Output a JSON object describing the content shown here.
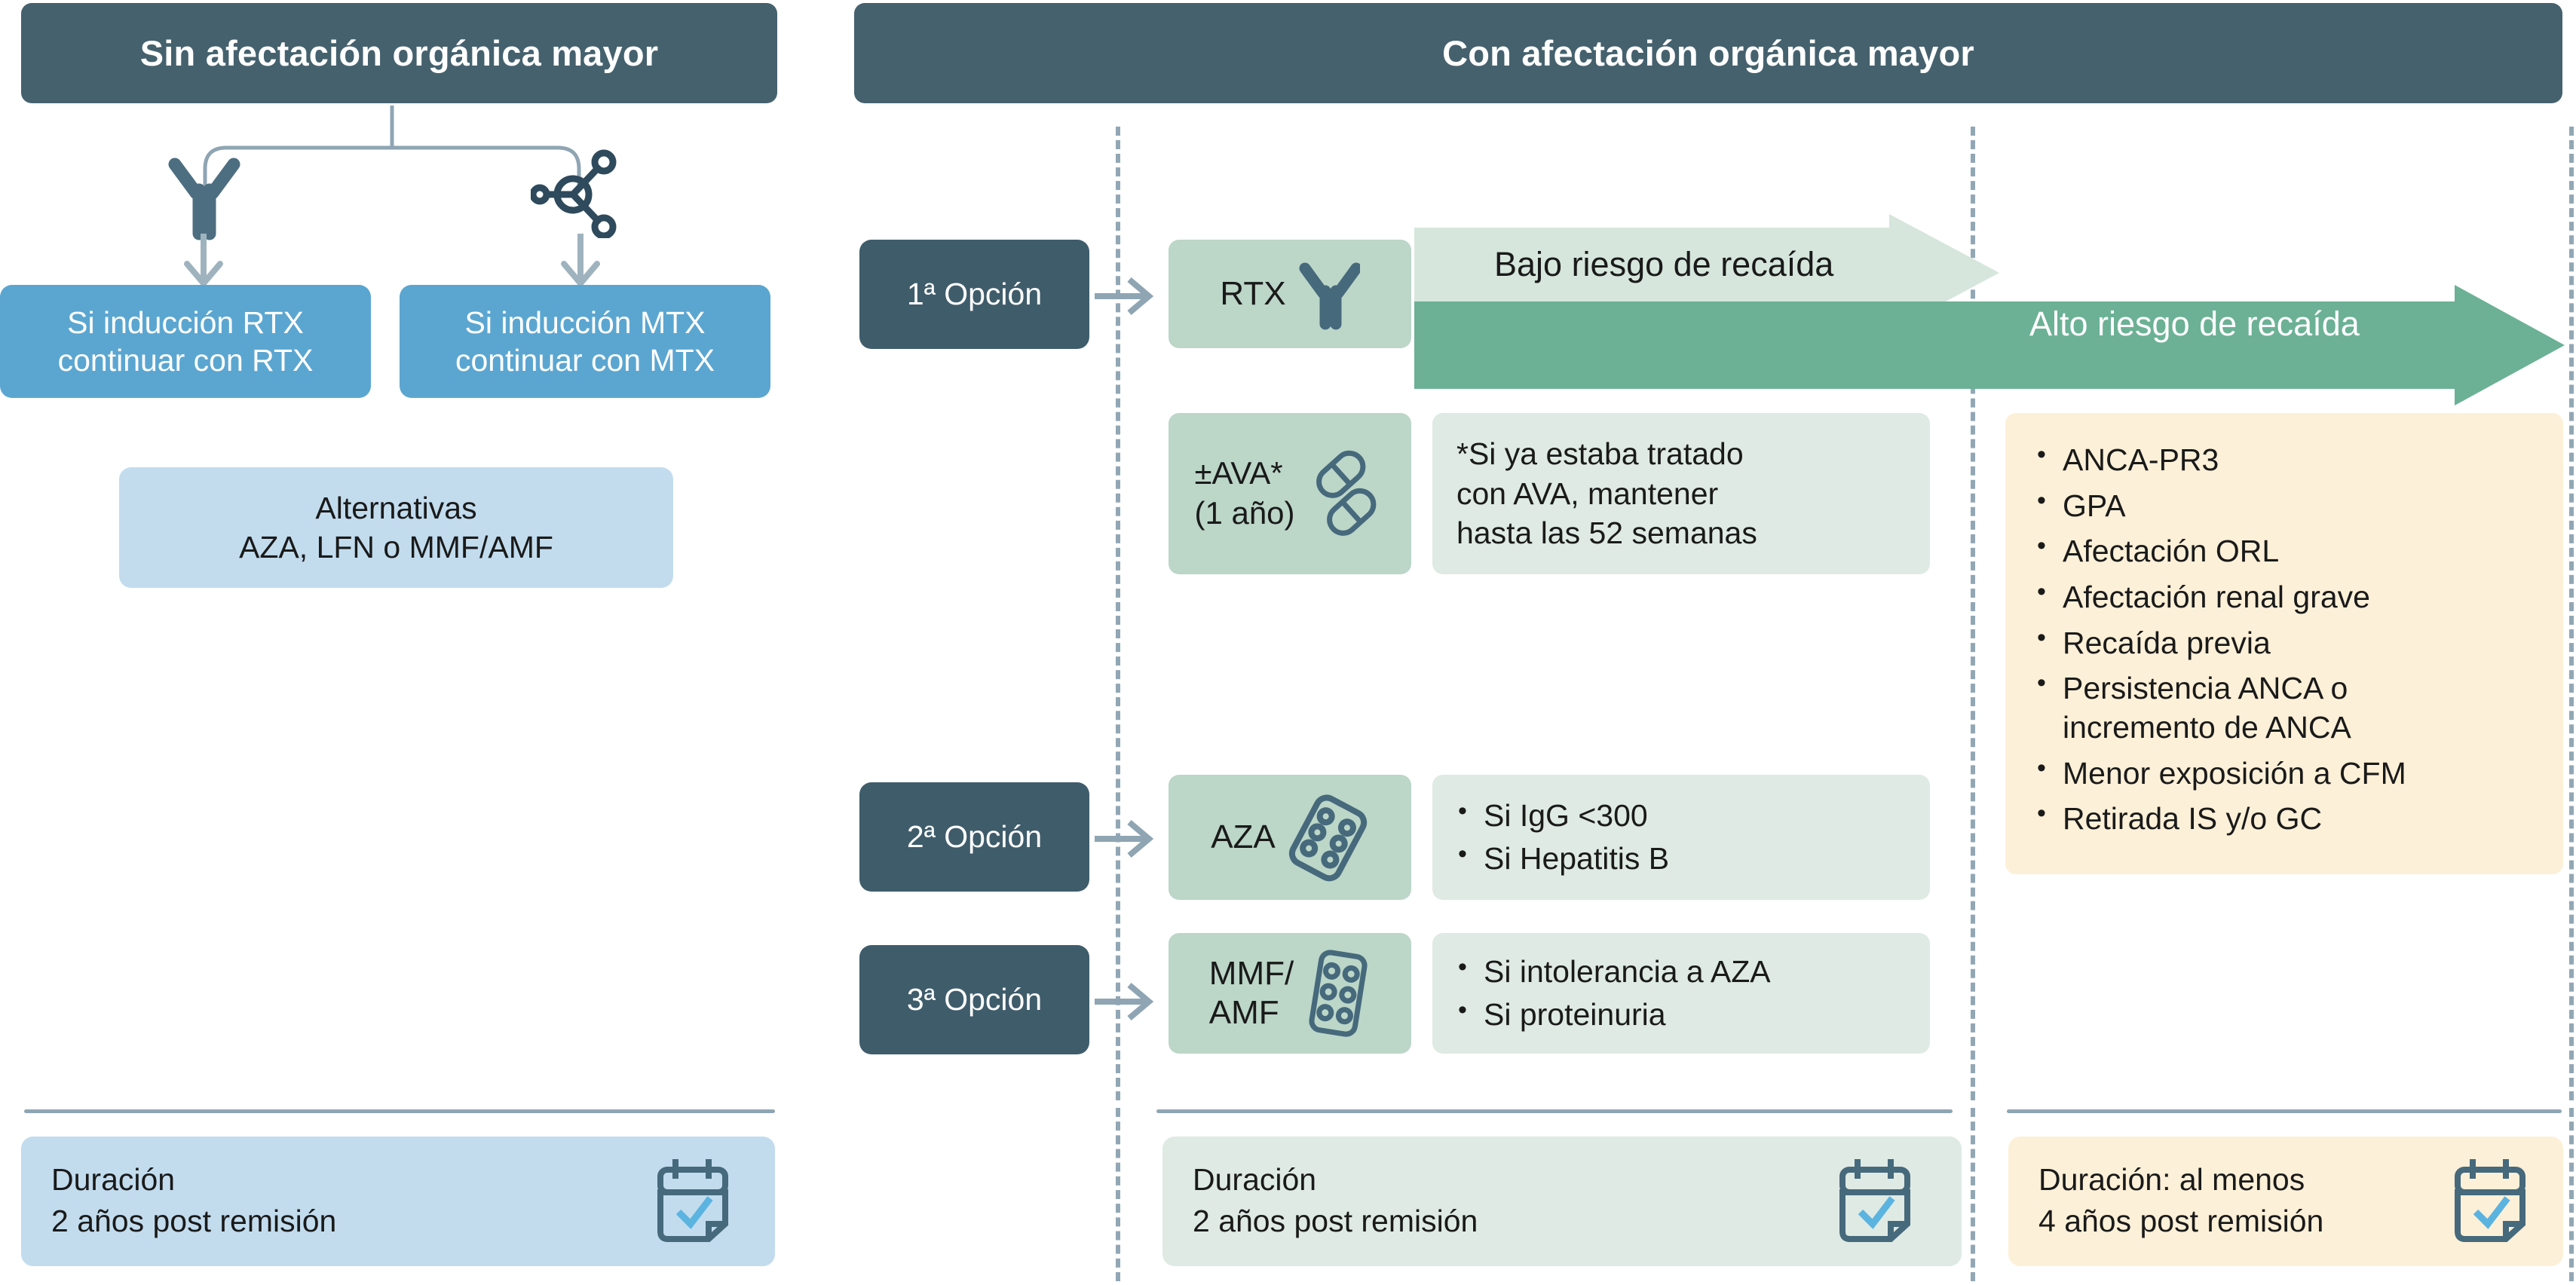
{
  "headers": {
    "left": "Sin afectación orgánica mayor",
    "right": "Con afectación orgánica mayor"
  },
  "left_column": {
    "branch_icons": [
      "antibody-icon",
      "molecule-icon"
    ],
    "box_rtx": "Si inducción RTX\ncontinuar con RTX",
    "box_mtx": "Si inducción MTX\ncontinuar con MTX",
    "box_alternatives": "Alternativas\nAZA, LFN o MMF/AMF",
    "duration": "Duración\n2 años post remisión"
  },
  "right_column": {
    "options": [
      {
        "label": "1ª Opción",
        "drug": "RTX",
        "drug_icon": "antibody-icon"
      },
      {
        "label": "2ª Opción",
        "drug": "AZA",
        "drug_icon": "blister-pack-icon",
        "notes": [
          "Si IgG <300",
          "Si Hepatitis B"
        ]
      },
      {
        "label": "3ª Opción",
        "drug": "MMF/\nAMF",
        "drug_icon": "blister-pack-icon",
        "notes": [
          "Si intolerancia a AZA",
          "Si proteinuria"
        ]
      }
    ],
    "ava": {
      "drug": "±AVA*\n(1 año)",
      "drug_icon": "capsules-icon",
      "note": "*Si ya estaba tratado\ncon AVA, mantener\nhasta las 52 semanas"
    },
    "risk_arrows": {
      "low": "Bajo riesgo de recaída",
      "high": "Alto riesgo de recaída"
    },
    "relapse_risk_factors": [
      "ANCA-PR3",
      "GPA",
      "Afectación ORL",
      "Afectación renal grave",
      "Recaída previa",
      "Persistencia ANCA o\nincremento de ANCA",
      "Menor exposición a CFM",
      "Retirada IS y/o GC"
    ],
    "duration_middle": "Duración\n2 años post remisión",
    "duration_right": "Duración: al menos\n4 años post remisión"
  },
  "colors": {
    "header_dark": "#45616e",
    "option_dark": "#3f5c6b",
    "blue_strong": "#5ba6d1",
    "blue_soft": "#c2dcee",
    "green_drug": "#bcd6c8",
    "green_note": "#dfeae4",
    "green_arrow_dark": "#6cb195",
    "green_arrow_light": "#d6e6dc",
    "cream": "#fdf0d8",
    "icon_slate": "#46697c",
    "dash_line": "#92a7b5"
  }
}
